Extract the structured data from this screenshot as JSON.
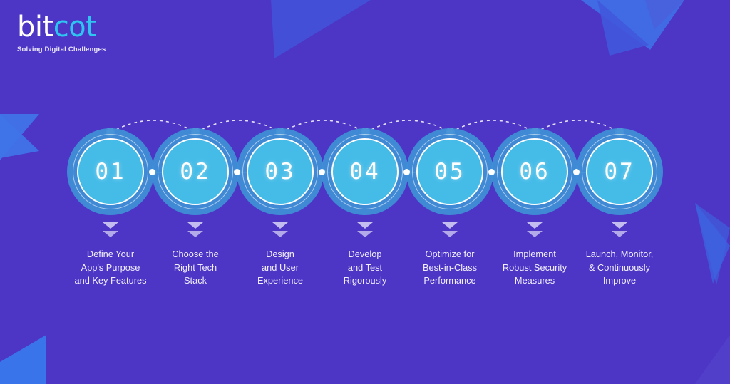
{
  "theme": {
    "background": "#4d35c6",
    "shape_light": "#5546ce",
    "shape_mid": "#4156d6",
    "shape_bright": "#3a74ea",
    "circle_outer": "#3f8fd6",
    "circle_inner": "#45bce8",
    "accent_cyan": "#2ec5f0",
    "text_light": "#f2f0fd",
    "chevron": "#c4bef0"
  },
  "logo": {
    "part_one": "bit",
    "part_two": "cot",
    "tagline": "Solving Digital Challenges",
    "dot_icon": "logo-dot-icon"
  },
  "steps": [
    {
      "number": "01",
      "label": "Define Your\nApp's Purpose\nand Key Features",
      "lines": [
        "Define Your",
        "App's Purpose",
        "and Key Features"
      ]
    },
    {
      "number": "02",
      "label": "Choose the\nRight Tech\nStack",
      "lines": [
        "Choose the",
        "Right Tech",
        "Stack"
      ]
    },
    {
      "number": "03",
      "label": "Design\nand User\nExperience",
      "lines": [
        "Design",
        "and User",
        "Experience"
      ]
    },
    {
      "number": "04",
      "label": "Develop\nand Test\nRigorously",
      "lines": [
        "Develop",
        "and Test",
        "Rigorously"
      ]
    },
    {
      "number": "05",
      "label": "Optimize for\nBest-in-Class\nPerformance",
      "lines": [
        "Optimize for",
        "Best-in-Class",
        "Performance"
      ]
    },
    {
      "number": "06",
      "label": "Implement\nRobust Security\nMeasures",
      "lines": [
        "Implement",
        "Robust Security",
        "Measures"
      ]
    },
    {
      "number": "07",
      "label": "Launch, Monitor,\n& Continuously\nImprove",
      "lines": [
        "Launch, Monitor,",
        "& Continuously",
        "Improve"
      ]
    }
  ],
  "connectors": {
    "arc_style": "dashed",
    "arc_color": "#ffffff",
    "node_dot_icon": "arc-node-dot-icon",
    "chevron_icon": "double-chevron-down-icon"
  }
}
